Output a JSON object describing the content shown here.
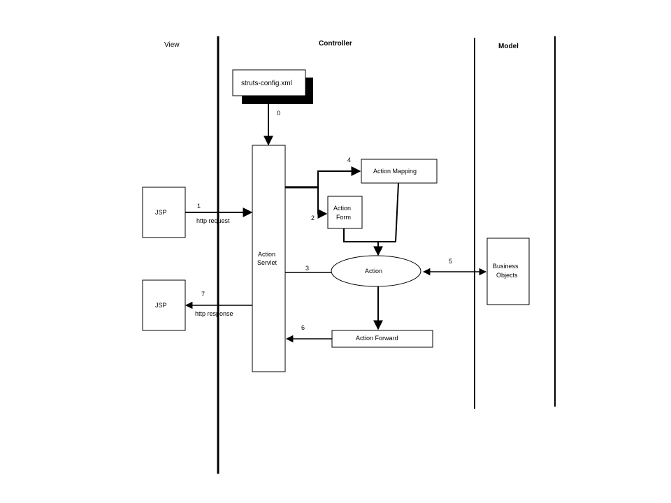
{
  "columns": {
    "view": "View",
    "controller": "Controller",
    "model": "Model"
  },
  "nodes": {
    "config": "struts-config.xml",
    "servlet_line1": "Action",
    "servlet_line2": "Servlet",
    "jsp_request": "JSP",
    "jsp_response": "JSP",
    "mapping": "Action Mapping",
    "form_line1": "Action",
    "form_line2": "Form",
    "action": "Action",
    "forward": "Action Forward",
    "business_line1": "Business",
    "business_line2": "Objects"
  },
  "steps": {
    "s0": "0",
    "s1": "1",
    "s2": "2",
    "s3": "3",
    "s4": "4",
    "s5": "5",
    "s6": "6",
    "s7": "7",
    "request": "http request",
    "response": "http response"
  },
  "colors": {
    "line": "#000000",
    "background": "#ffffff"
  }
}
